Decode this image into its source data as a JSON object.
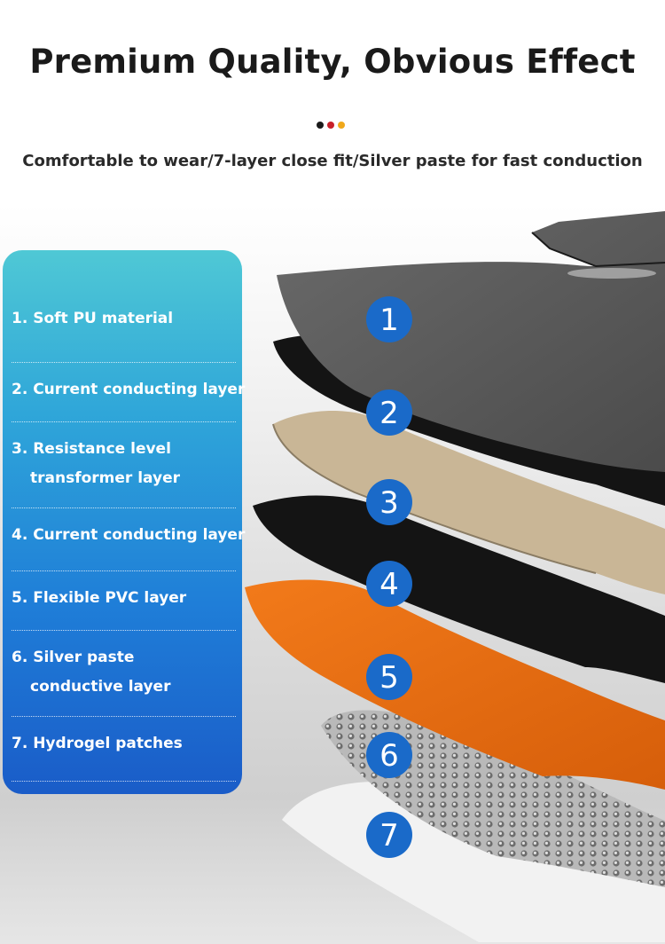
{
  "header": {
    "title": "Premium Quality, Obvious Effect",
    "subtitle": "Comfortable to wear/7-layer close fit/Silver paste for fast conduction"
  },
  "accent_dots": [
    "#1a1a1a",
    "#c8202a",
    "#f0a81a"
  ],
  "layers": [
    {
      "lines": [
        "1. Soft PU material"
      ]
    },
    {
      "lines": [
        "2. Current conducting layer"
      ]
    },
    {
      "lines": [
        "3. Resistance level",
        "transformer layer"
      ]
    },
    {
      "lines": [
        "4. Current conducting layer"
      ]
    },
    {
      "lines": [
        "5. Flexible PVC layer"
      ]
    },
    {
      "lines": [
        "6. Silver paste",
        "conductive layer"
      ]
    },
    {
      "lines": [
        "7. Hydrogel patches"
      ]
    }
  ],
  "badges": [
    "1",
    "2",
    "3",
    "4",
    "5",
    "6",
    "7"
  ],
  "colors": {
    "badge_blue": "#1a6ac9",
    "layer_pu": "#5f5f5f",
    "layer_conducting": "#141414",
    "layer_resistance": "#c9b696",
    "layer_pvc": "#ec6d12",
    "layer_silver": "#b9b9b9",
    "layer_hydrogel": "#f2f2f2"
  }
}
